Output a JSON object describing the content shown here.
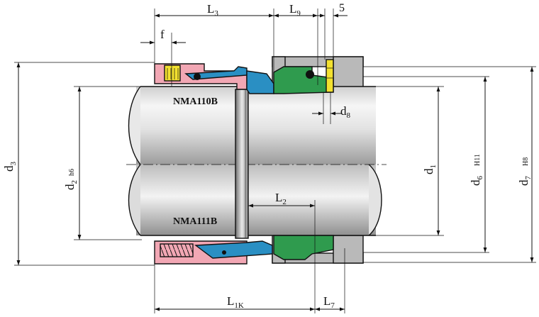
{
  "colors": {
    "shaft_light": "#f4f4f4",
    "shaft_dark": "#a9a9a9",
    "sleeve_dark": "#7d7d7d",
    "pink_housing": "#f2a7b4",
    "blue_ring": "#2a8fc3",
    "green_seat": "#2f9b4e",
    "yellow_pin": "#f3e12f",
    "gray_housing": "#b9b9b9",
    "black_oring": "#111111"
  },
  "labels": {
    "L3": "L",
    "L3_sub": "3",
    "L9": "L",
    "L9_sub": "9",
    "five": "5",
    "f": "f",
    "d3": "d",
    "d3_sub": "3",
    "d2": "d",
    "d2_sub": "2",
    "d2_tol": "h6",
    "d8": "d",
    "d8_sub": "8",
    "d1": "d",
    "d1_sub": "1",
    "d6": "d",
    "d6_sub": "6",
    "d6_tol": "H11",
    "d7": "d",
    "d7_sub": "7",
    "d7_tol": "H8",
    "L2": "L",
    "L2_sub": "2",
    "L1K": "L",
    "L1K_sub": "1K",
    "L7": "L",
    "L7_sub": "7",
    "model_top": "NMA110B",
    "model_bottom": "NMA111B"
  }
}
